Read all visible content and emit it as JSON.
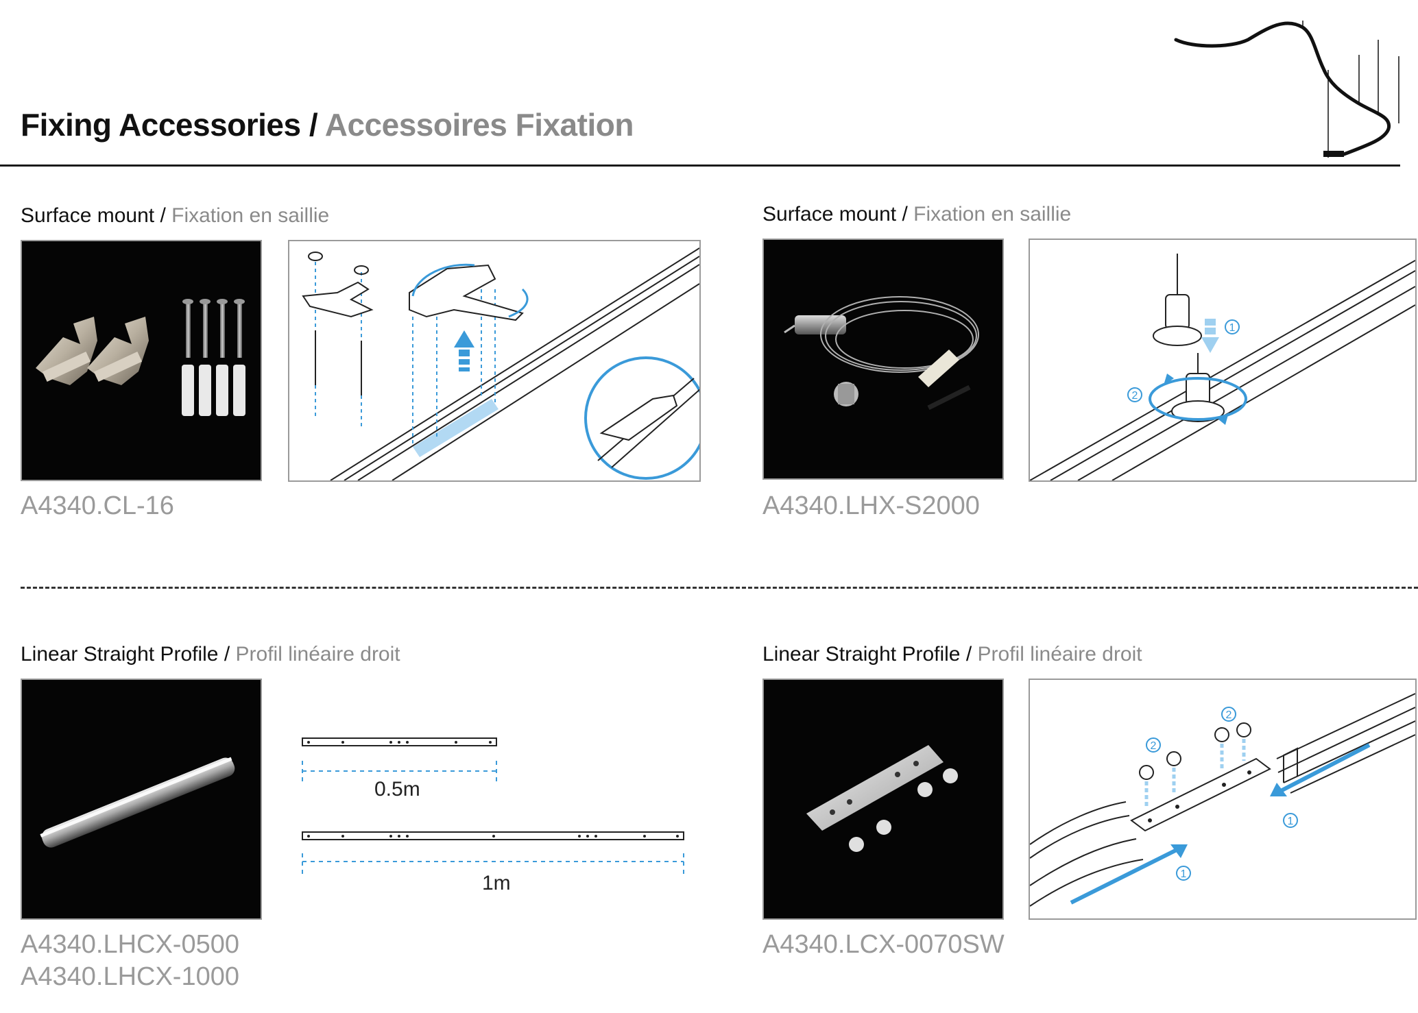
{
  "header": {
    "title_en": "Fixing Accessories",
    "title_sep": " / ",
    "title_fr": "Accessoires Fixation"
  },
  "sections": [
    {
      "title_en": "Surface mount",
      "sep": " / ",
      "title_fr": "Fixation en saillie",
      "codes": [
        "A4340.CL-16"
      ]
    },
    {
      "title_en": "Surface mount",
      "sep": " / ",
      "title_fr": "Fixation en saillie",
      "codes": [
        "A4340.LHX-S2000"
      ]
    },
    {
      "title_en": "Linear Straight Profile",
      "sep": " / ",
      "title_fr": "Profil linéaire droit",
      "codes": [
        "A4340.LHCX-0500",
        "A4340.LHCX-1000"
      ]
    },
    {
      "title_en": "Linear Straight Profile",
      "sep": " / ",
      "title_fr": "Profil linéaire droit",
      "codes": [
        "A4340.LCX-0070SW"
      ]
    }
  ],
  "lengths": {
    "short": "0.5m",
    "long": "1m"
  },
  "step_numbers": {
    "one": "1",
    "two": "2"
  },
  "colors": {
    "accent": "#3a9ad9",
    "accent_light": "#9fd0f0",
    "photo_bg": "#050505",
    "code_gray": "#9a9a9a"
  }
}
